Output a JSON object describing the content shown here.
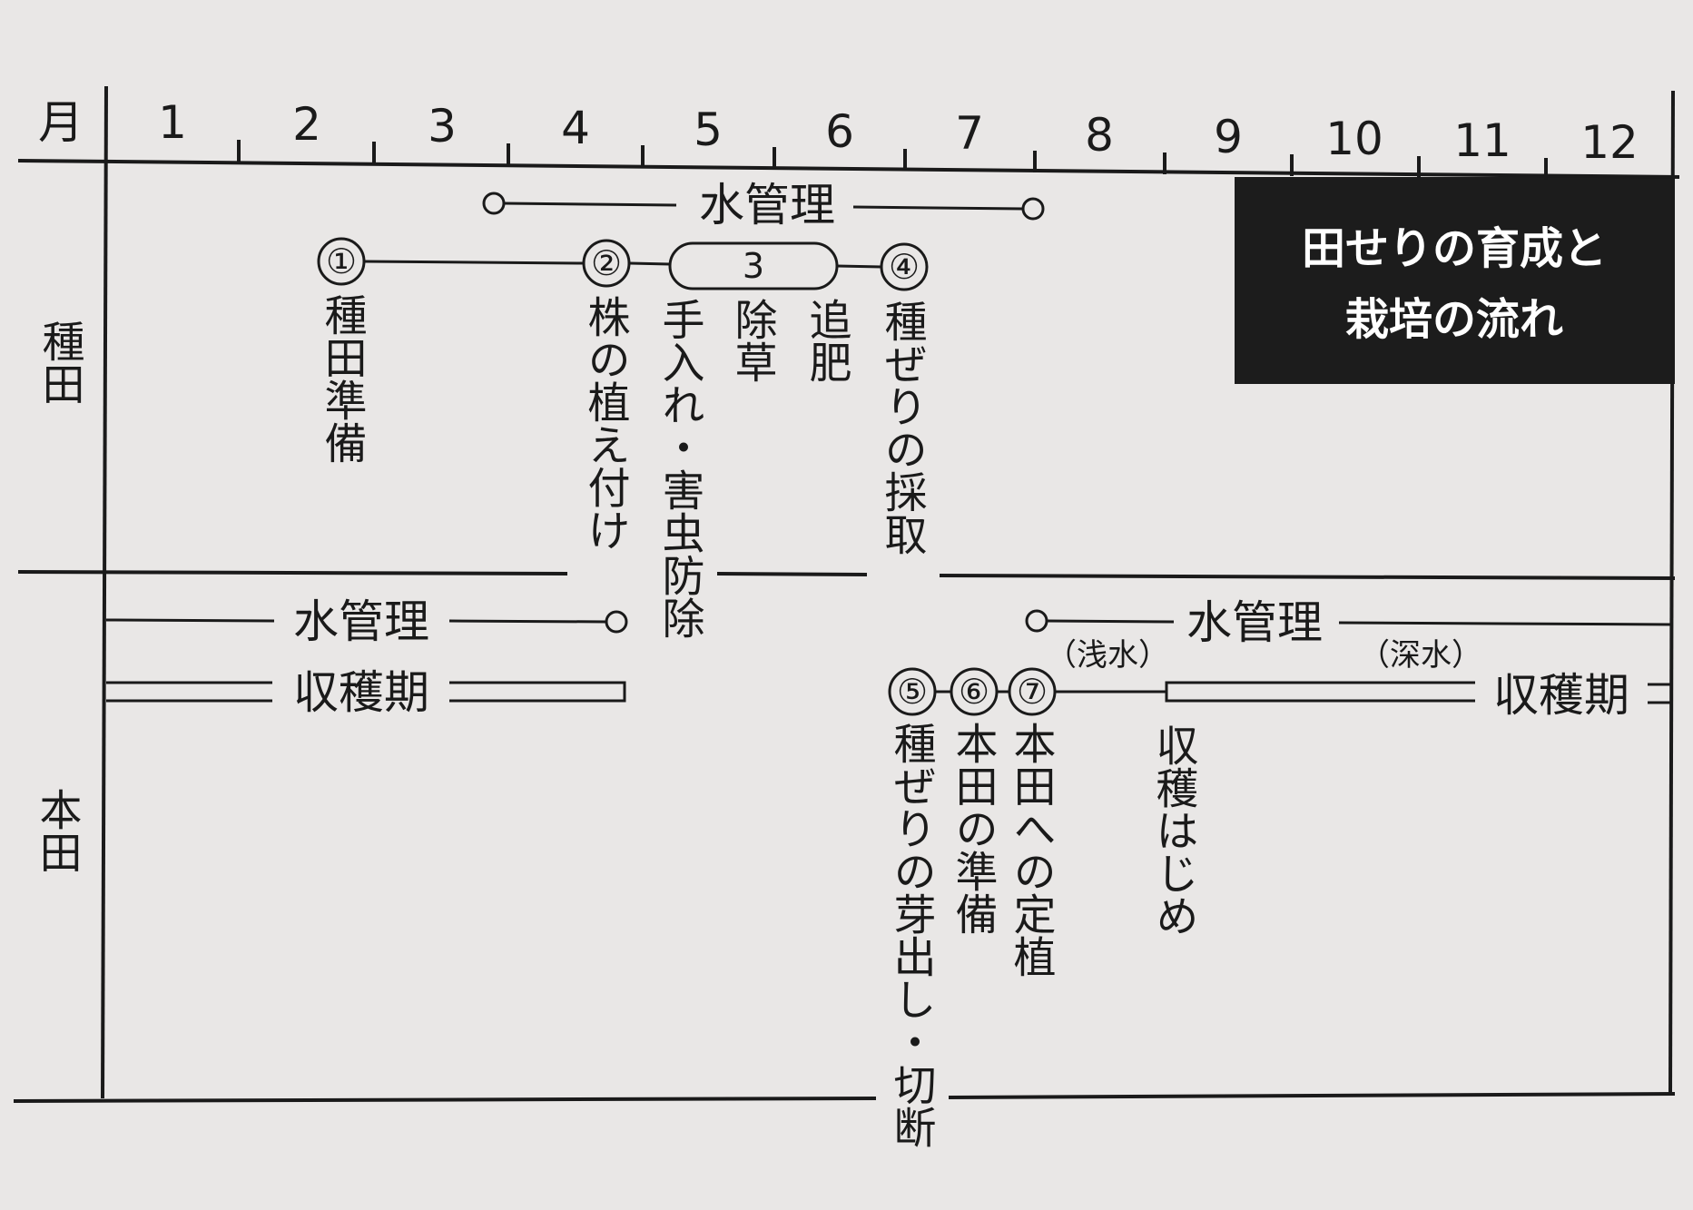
{
  "header": {
    "month_label": "月"
  },
  "months": [
    "1",
    "2",
    "3",
    "4",
    "5",
    "6",
    "7",
    "8",
    "9",
    "10",
    "11",
    "12"
  ],
  "rows": {
    "seed_field": "種田",
    "main_field": "本田"
  },
  "title_box": {
    "line1": "田せりの育成と",
    "line2": "栽培の流れ"
  },
  "seed_field": {
    "water_management": "水管理",
    "steps": [
      {
        "number": "①",
        "label": "種田準備"
      },
      {
        "number": "②",
        "label": "株の植え付け"
      },
      {
        "number": "3",
        "labels": [
          "手入れ・害虫防除",
          "除草",
          "追肥"
        ]
      },
      {
        "number": "④",
        "label": "種ぜりの採取"
      }
    ]
  },
  "main_field": {
    "water_management_early": "水管理",
    "harvest_early": "収穫期",
    "water_management_late": "水管理",
    "shallow_water": "（浅水）",
    "deep_water": "（深水）",
    "harvest_late": "収穫期",
    "steps": [
      {
        "number": "⑤",
        "label": "種ぜりの芽出し・切断"
      },
      {
        "number": "⑥",
        "label": "本田の準備"
      },
      {
        "number": "⑦",
        "label": "本田への定植"
      }
    ],
    "harvest_start": "収穫はじめ"
  },
  "colors": {
    "line": "#1a1a1a",
    "background": "#e9e7e6",
    "title_bg": "#1c1c1c",
    "title_text": "#ffffff"
  }
}
